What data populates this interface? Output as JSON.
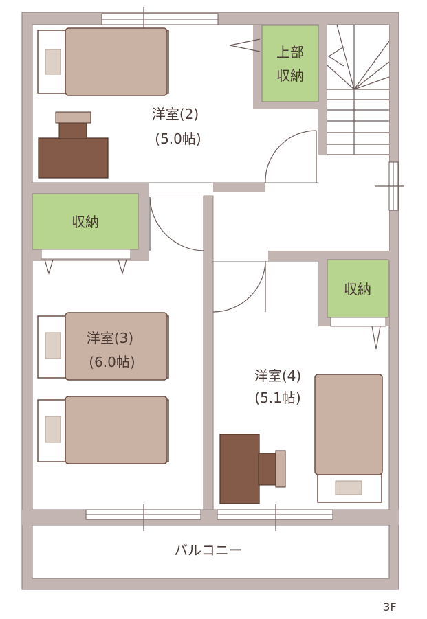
{
  "rooms": {
    "room2": {
      "name": "洋室(2)",
      "size": "(5.0帖)"
    },
    "room3": {
      "name": "洋室(3)",
      "size": "(6.0帖)"
    },
    "room4": {
      "name": "洋室(4)",
      "size": "(5.1帖)"
    }
  },
  "storage": {
    "upper_line1": "上部",
    "upper_line2": "収納",
    "left": "収納",
    "right": "収納"
  },
  "balcony": "バルコニー",
  "floor": "3F",
  "colors": {
    "wall": "#c3b5b2",
    "wall_stroke": "#8a7a77",
    "storage_fill": "#b7d58e",
    "bed_fill": "#c9b2a3",
    "bed_stroke": "#6b4f45",
    "desk_fill": "#845b48",
    "line": "#6b5b58"
  }
}
